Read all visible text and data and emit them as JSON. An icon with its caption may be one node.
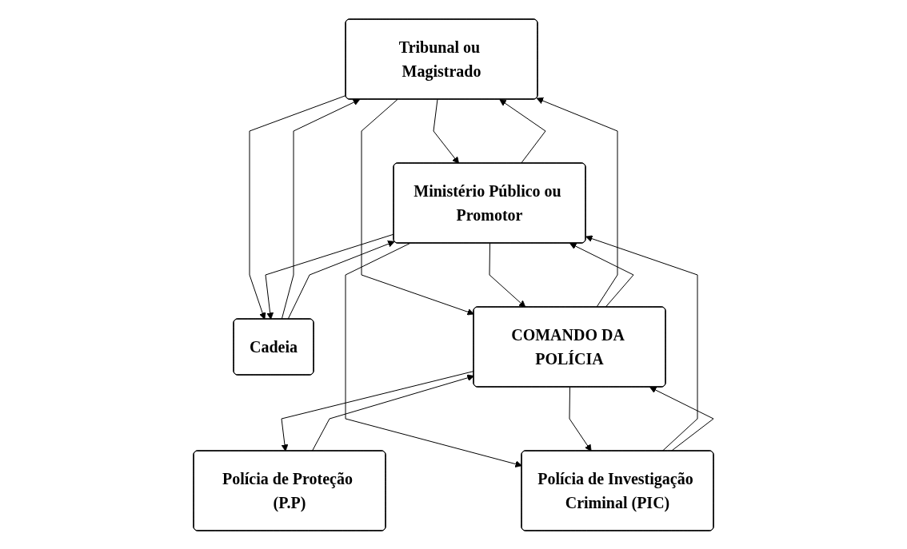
{
  "diagram": {
    "nodes": [
      {
        "text": [
          "Tribunal ou Magistrado"
        ]
      },
      {
        "text": [
          "Ministério Público ou Promotor"
        ]
      },
      {
        "text": [
          "Cadeia"
        ]
      },
      {
        "text": [
          "COMANDO DA POLÍCIA"
        ]
      },
      {
        "text": [
          "Polícia de Proteção (P.P)"
        ]
      },
      {
        "text": [
          "Polícia de Investigação Criminal (PIC)"
        ]
      }
    ],
    "edges": [
      {
        "from": 0,
        "to": 1,
        "arrow": "to"
      },
      {
        "from": 1,
        "to": 0,
        "arrow": "to"
      },
      {
        "from": 2,
        "to": 0,
        "arrow": "to"
      },
      {
        "from": 0,
        "to": 2,
        "arrow": "to"
      },
      {
        "from": 2,
        "to": 1,
        "arrow": "to"
      },
      {
        "from": 1,
        "to": 2,
        "arrow": "to"
      },
      {
        "from": 3,
        "to": 0,
        "arrow": "to"
      },
      {
        "from": 0,
        "to": 3,
        "arrow": "to"
      },
      {
        "from": 1,
        "to": 3,
        "arrow": "to"
      },
      {
        "from": 3,
        "to": 1,
        "arrow": "to"
      },
      {
        "from": 5,
        "to": 1,
        "arrow": "to"
      },
      {
        "from": 1,
        "to": 5,
        "arrow": "to"
      },
      {
        "from": 4,
        "to": 3,
        "arrow": "to"
      },
      {
        "from": 3,
        "to": 4,
        "arrow": "to"
      },
      {
        "from": 5,
        "to": 3,
        "arrow": "to"
      },
      {
        "from": 3,
        "to": 5,
        "arrow": "to"
      }
    ]
  }
}
